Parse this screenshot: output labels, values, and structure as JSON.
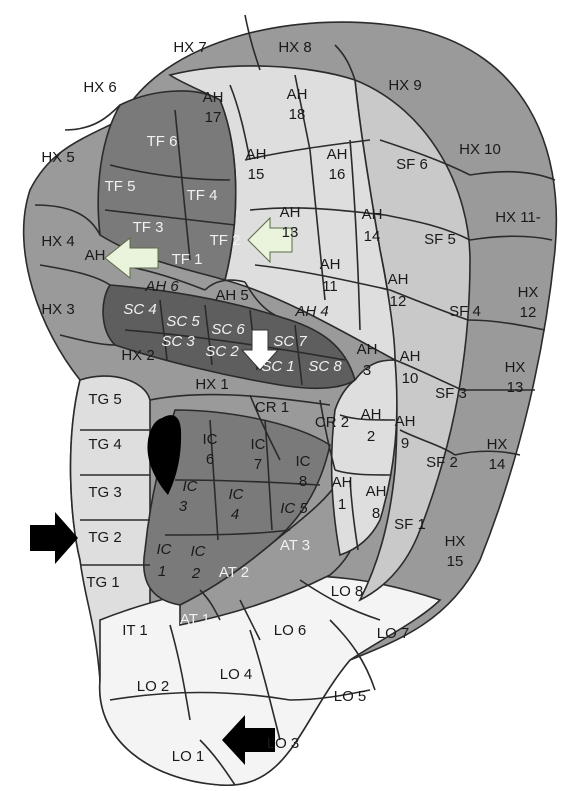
{
  "palette": {
    "outline": "#2b2b2b",
    "helix": "#9a9a9a",
    "fossa": "#c9c9c9",
    "antihelix": "#dedede",
    "concha": "#7a7a7a",
    "dark": "#5e5e5e",
    "light": "#f4f4f4",
    "arrow_dark": "#000000",
    "arrow_light": "#eaf3dc"
  },
  "labels": {
    "hx7": "HX 7",
    "hx8": "HX 8",
    "hx6": "HX 6",
    "hx9": "HX 9",
    "hx5": "HX 5",
    "hx10": "HX 10",
    "hx4": "HX 4",
    "hx11": "HX 11-",
    "hx3": "HX 3",
    "hx12a": "HX",
    "hx12b": "12",
    "hx2": "HX 2",
    "hx13a": "HX",
    "hx13b": "13",
    "hx1": "HX 1",
    "hx14a": "HX",
    "hx14b": "14",
    "hx15a": "HX",
    "hx15b": "15",
    "ah17a": "AH",
    "ah17b": "17",
    "ah18a": "AH",
    "ah18b": "18",
    "ah15a": "AH",
    "ah15b": "15",
    "ah16a": "AH",
    "ah16b": "16",
    "ah13a": "AH",
    "ah13b": "13",
    "ah14a": "AH",
    "ah14b": "14",
    "ah11a": "AH",
    "ah11b": "11",
    "ah12a": "AH",
    "ah12b": "12",
    "ah6": "AH 6",
    "ah5": "AH 5",
    "ah4": "AH 4",
    "ah7": "AH",
    "ah3a": "AH",
    "ah3b": "3",
    "ah10a": "AH",
    "ah10b": "10",
    "ah2a": "AH",
    "ah2b": "2",
    "ah9a": "AH",
    "ah9b": "9",
    "ah1a": "AH",
    "ah1b": "1",
    "ah8a": "AH",
    "ah8b": "8",
    "tf6": "TF 6",
    "tf5": "TF 5",
    "tf4": "TF 4",
    "tf3": "TF 3",
    "tf2": "TF 2",
    "tf1": "TF 1",
    "sf6": "SF 6",
    "sf5": "SF 5",
    "sf4": "SF 4",
    "sf3": "SF 3",
    "sf2": "SF 2",
    "sf1": "SF 1",
    "sc4": "SC 4",
    "sc5": "SC 5",
    "sc6": "SC 6",
    "sc7": "SC 7",
    "sc3": "SC 3",
    "sc2": "SC 2",
    "sc1": "SC 1",
    "sc8": "SC 8",
    "cr1": "CR 1",
    "cr2": "CR 2",
    "tg5": "TG 5",
    "tg4": "TG 4",
    "tg3": "TG 3",
    "tg2": "TG 2",
    "tg1": "TG 1",
    "ic6a": "IC",
    "ic6b": "6",
    "ic7a": "IC",
    "ic7b": "7",
    "ic8a": "IC",
    "ic8b": "8",
    "ic3a": "IC",
    "ic3b": "3",
    "ic4a": "IC",
    "ic4b": "4",
    "ic5": "IC 5",
    "ic1a": "IC",
    "ic1b": "1",
    "ic2a": "IC",
    "ic2b": "2",
    "at3": "AT 3",
    "at2": "AT 2",
    "at1": "AT 1",
    "it1": "IT 1",
    "lo8": "LO 8",
    "lo6": "LO 6",
    "lo7": "LO 7",
    "lo2": "LO 2",
    "lo4": "LO 4",
    "lo5": "LO 5",
    "lo1": "LO 1",
    "lo3": "LO 3"
  }
}
